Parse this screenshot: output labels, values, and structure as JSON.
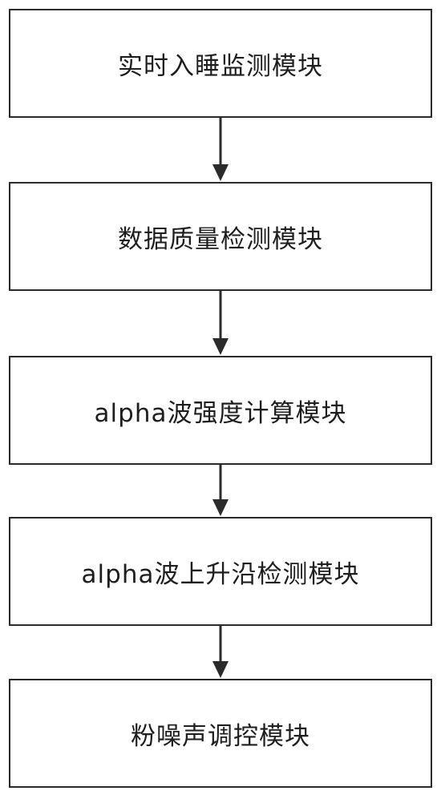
{
  "modules": [
    {
      "label": "实时入睡监测模块"
    },
    {
      "label": "数据质量检测模块"
    },
    {
      "label": "alpha波强度计算模块"
    },
    {
      "label": "alpha波上升沿检测模块"
    },
    {
      "label": "粉噪声调控模块"
    }
  ],
  "colors": {
    "border": "#2b2b2b",
    "text": "#1e1e1e",
    "arrow": "#2b2b2b",
    "background": "#ffffff"
  }
}
